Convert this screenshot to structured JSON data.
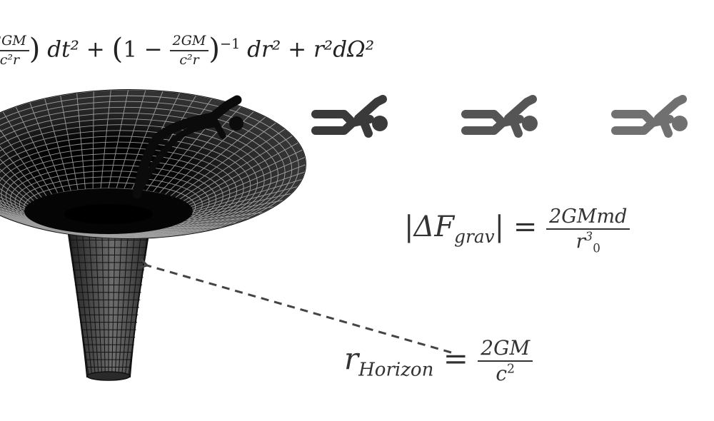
{
  "equations": {
    "metric": {
      "frac_num": "2GM",
      "frac_den": "c²r",
      "part1": "dt² +",
      "part2": "1 −",
      "exponent": "−1",
      "part3": "dr² + r²dΩ²"
    },
    "tidal_force": {
      "lhs": "|ΔF",
      "lhs_sub": "grav",
      "lhs_end": "| =",
      "numerator": "2GMmd",
      "denominator": "r",
      "denominator_sup": "3",
      "denominator_sub": "0"
    },
    "horizon": {
      "lhs": "r",
      "lhs_sub": "Horizon",
      "equals": "=",
      "numerator": "2GM",
      "denominator": "c",
      "denominator_sup": "2"
    }
  },
  "figures": {
    "count": 3,
    "colors": [
      "#3a3a3a",
      "#555555",
      "#707070"
    ],
    "icon": "stick-figure-falling-icon"
  },
  "colors": {
    "funnel_fill": "#141414",
    "funnel_grid": "#cfcfcf",
    "arrow": "#444444",
    "text": "#222222"
  }
}
